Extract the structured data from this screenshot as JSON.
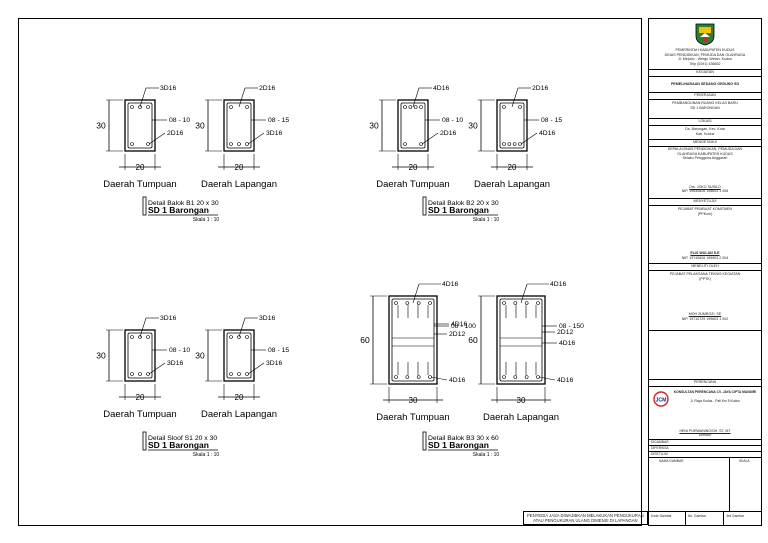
{
  "details": [
    {
      "title": "Detail Balok B1 20 x 30",
      "project": "SD 1 Barongan",
      "scale": "Skala 1 : 10",
      "sections": [
        {
          "caption": "Daerah Tumpuan",
          "height_label": "30",
          "width_label": "20",
          "top_bar": "3D16",
          "stirrup": "08 - 10",
          "bottom_bar": "2D16"
        },
        {
          "caption": "Daerah Lapangan",
          "height_label": "30",
          "width_label": "20",
          "top_bar": "2D16",
          "stirrup": "08 - 15",
          "bottom_bar": "3D16"
        }
      ]
    },
    {
      "title": "Detail Balok B2 20 x 30",
      "project": "SD 1 Barongan",
      "scale": "Skala 1 : 10",
      "sections": [
        {
          "caption": "Daerah Tumpuan",
          "height_label": "30",
          "width_label": "20",
          "top_bar": "4D16",
          "stirrup": "08 - 10",
          "bottom_bar": "2D16"
        },
        {
          "caption": "Daerah Lapangan",
          "height_label": "30",
          "width_label": "20",
          "top_bar": "2D16",
          "stirrup": "08 - 15",
          "bottom_bar": "4D16"
        }
      ]
    },
    {
      "title": "Detail Sloof S1 20 x 30",
      "project": "SD 1 Barongan",
      "scale": "Skala 1 : 10",
      "sections": [
        {
          "caption": "Daerah Tumpuan",
          "height_label": "30",
          "width_label": "20",
          "top_bar": "3D16",
          "stirrup": "08 - 10",
          "bottom_bar": "3D16"
        },
        {
          "caption": "Daerah Lapangan",
          "height_label": "30",
          "width_label": "20",
          "top_bar": "3D16",
          "stirrup": "08 - 15",
          "bottom_bar": "3D16"
        }
      ]
    },
    {
      "title": "Detail Balok B3 30 x 60",
      "project": "SD 1 Barongan",
      "scale": "Skala 1 : 10",
      "sections": [
        {
          "caption": "Daerah Tumpuan",
          "height_label": "60",
          "width_label": "30",
          "top_bar": "4D16",
          "middle_bar": "4D16",
          "side_bar": "2D12",
          "stirrup": "08 - 100",
          "bottom_bar": "4D16"
        },
        {
          "caption": "Daerah Lapangan",
          "height_label": "60",
          "width_label": "30",
          "top_bar": "4D16",
          "stirrup": "08 - 150",
          "side_bar": "2D12",
          "middle_bar": "4D16",
          "bottom_bar": "4D16"
        }
      ]
    }
  ],
  "footer_note": "PENYEDIA JASA DIWAJIBKAN MELAKUKAN PENGUKURAN\nATAU PENGUKURAN ULANG DIMENSI DI LAPANGAN",
  "title_block": {
    "agency": "PEMERINTAH KABUPATEN KUDUS\nDINAS PENDIDIKAN, PEMUDA DAN OLAHRAGA\nJl. Mejobo - Wergu Wetan, Kudus\nTelp (0291) 436652",
    "kegiatan_label": "KEGIATAN",
    "kegiatan": "PEMELIHARAAN SEDANG GEDUNG SD",
    "pekerjaan_label": "PEKERJAAN",
    "pekerjaan": "PEMBANGUNAN RUANG KELAS BARU\nSD 1 BARONGAN",
    "lokasi_label": "LOKASI",
    "lokasi": "Ds. Barongan, Kec. Kota\nKab. Kudus",
    "mengetahui_label": "MENGETAHUI",
    "mengetahui": "KEPALA DINAS PENDIDIKAN, PEMUDA DAN\nOLAHRAGA KABUPATEN KUDUS\nSelaku Pengguna Anggaran",
    "kepala_name": "Drs. JOKO SUSILO",
    "kepala_nip": "NIP. 19640826 198603 1 006",
    "menyetujui_label": "MENYETUJUI",
    "ppkom": "PEJABAT PEMBUAT KOMITMEN\n(PPKom)",
    "ppkom_name": "ELIS WULAN S.E",
    "ppkom_nip": "NIP. 19740626 199903 2 004",
    "diteliti_label": "MENELITI OLEH",
    "pptk": "PEJABAT PELAKSANA TEKNIS KEGIATAN\n(PPTK)",
    "pptk_name": "MOH ZUMROZI, SE",
    "pptk_nip": "NIP. 19710729 199603 1 002",
    "perencana_label": "PERENCANA",
    "consultant": "KONSULTAN PERENCANA\nCV. JAYA CIPTA MANDIRI",
    "consultant_address": "Jl. Raya Kudus - Pati Km 5 Kudus",
    "consultant_logo": "JCM",
    "director": "HENI PURWANINGSIH, ST, MT",
    "director_role": "Direktur",
    "rows": [
      "DIGAMBAR",
      "DIPERIKSA",
      "DISETUJUI"
    ],
    "nama_gambar_label": "NAMA GAMBAR",
    "skala_label": "SKALA",
    "footer_cells": [
      "Kode Gambar",
      "No. Gambar",
      "Jml Gambar"
    ]
  }
}
